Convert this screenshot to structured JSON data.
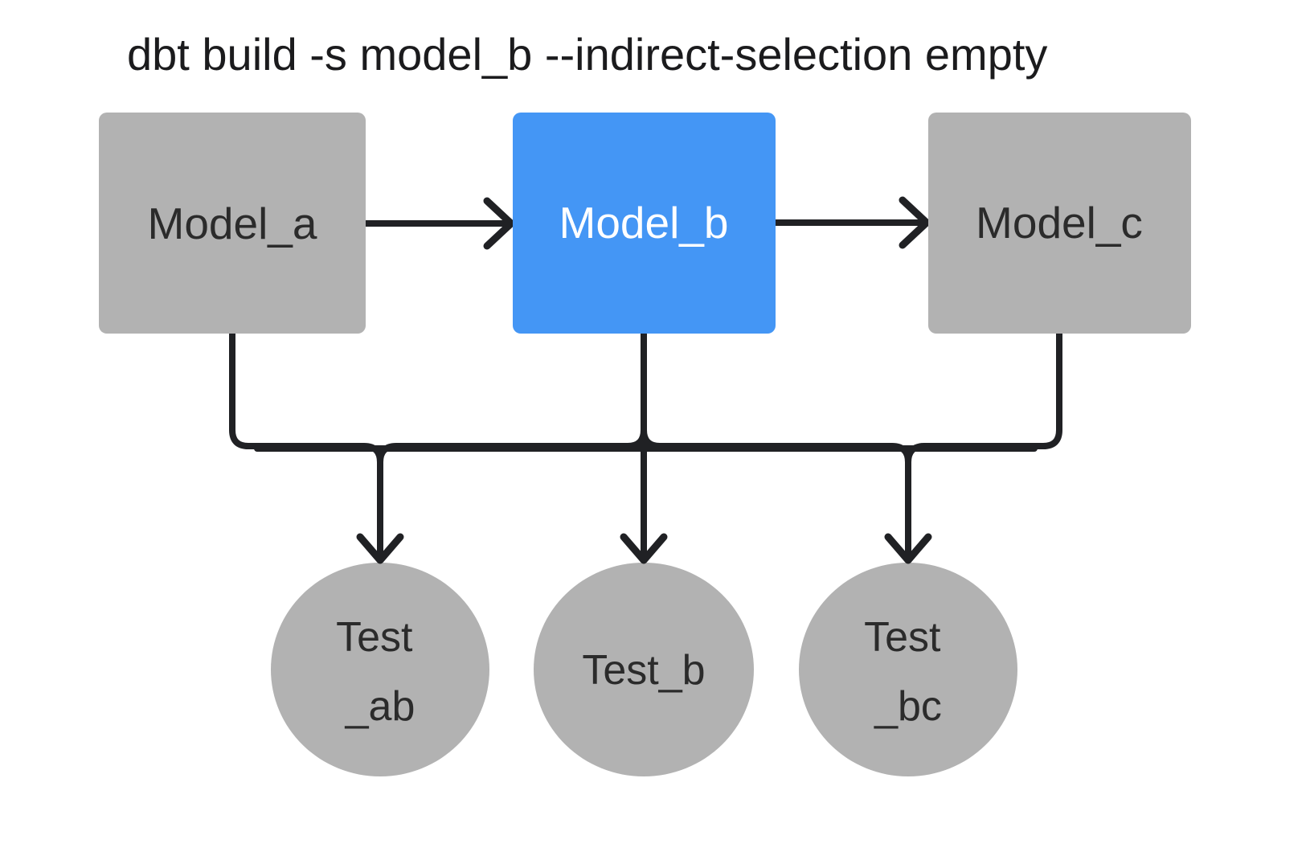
{
  "title": "dbt build -s model_b --indirect-selection empty",
  "colors": {
    "background": "#ffffff",
    "selected_fill": "#4496f5",
    "unselected_fill": "#b2b2b2",
    "line": "#202124",
    "title_text": "#1b1b1d",
    "dark_label": "#2b2b2b",
    "light_label": "#ffffff"
  },
  "nodes": {
    "model_a": {
      "label": "Model_a",
      "type": "model",
      "state": "unselected"
    },
    "model_b": {
      "label": "Model_b",
      "type": "model",
      "state": "selected"
    },
    "model_c": {
      "label": "Model_c",
      "type": "model",
      "state": "unselected"
    },
    "test_ab": {
      "label_line1": "Test",
      "label_line2": "_ab",
      "type": "test",
      "state": "unselected"
    },
    "test_b": {
      "label": "Test_b",
      "type": "test",
      "state": "unselected"
    },
    "test_bc": {
      "label_line1": "Test",
      "label_line2": "_bc",
      "type": "test",
      "state": "unselected"
    }
  },
  "edges": [
    {
      "from": "Model_a",
      "to": "Model_b"
    },
    {
      "from": "Model_b",
      "to": "Model_c"
    },
    {
      "from": "Model_a",
      "to": "Test_ab"
    },
    {
      "from": "Model_b",
      "to": "Test_ab"
    },
    {
      "from": "Model_b",
      "to": "Test_b"
    },
    {
      "from": "Model_b",
      "to": "Test_bc"
    },
    {
      "from": "Model_c",
      "to": "Test_bc"
    }
  ]
}
